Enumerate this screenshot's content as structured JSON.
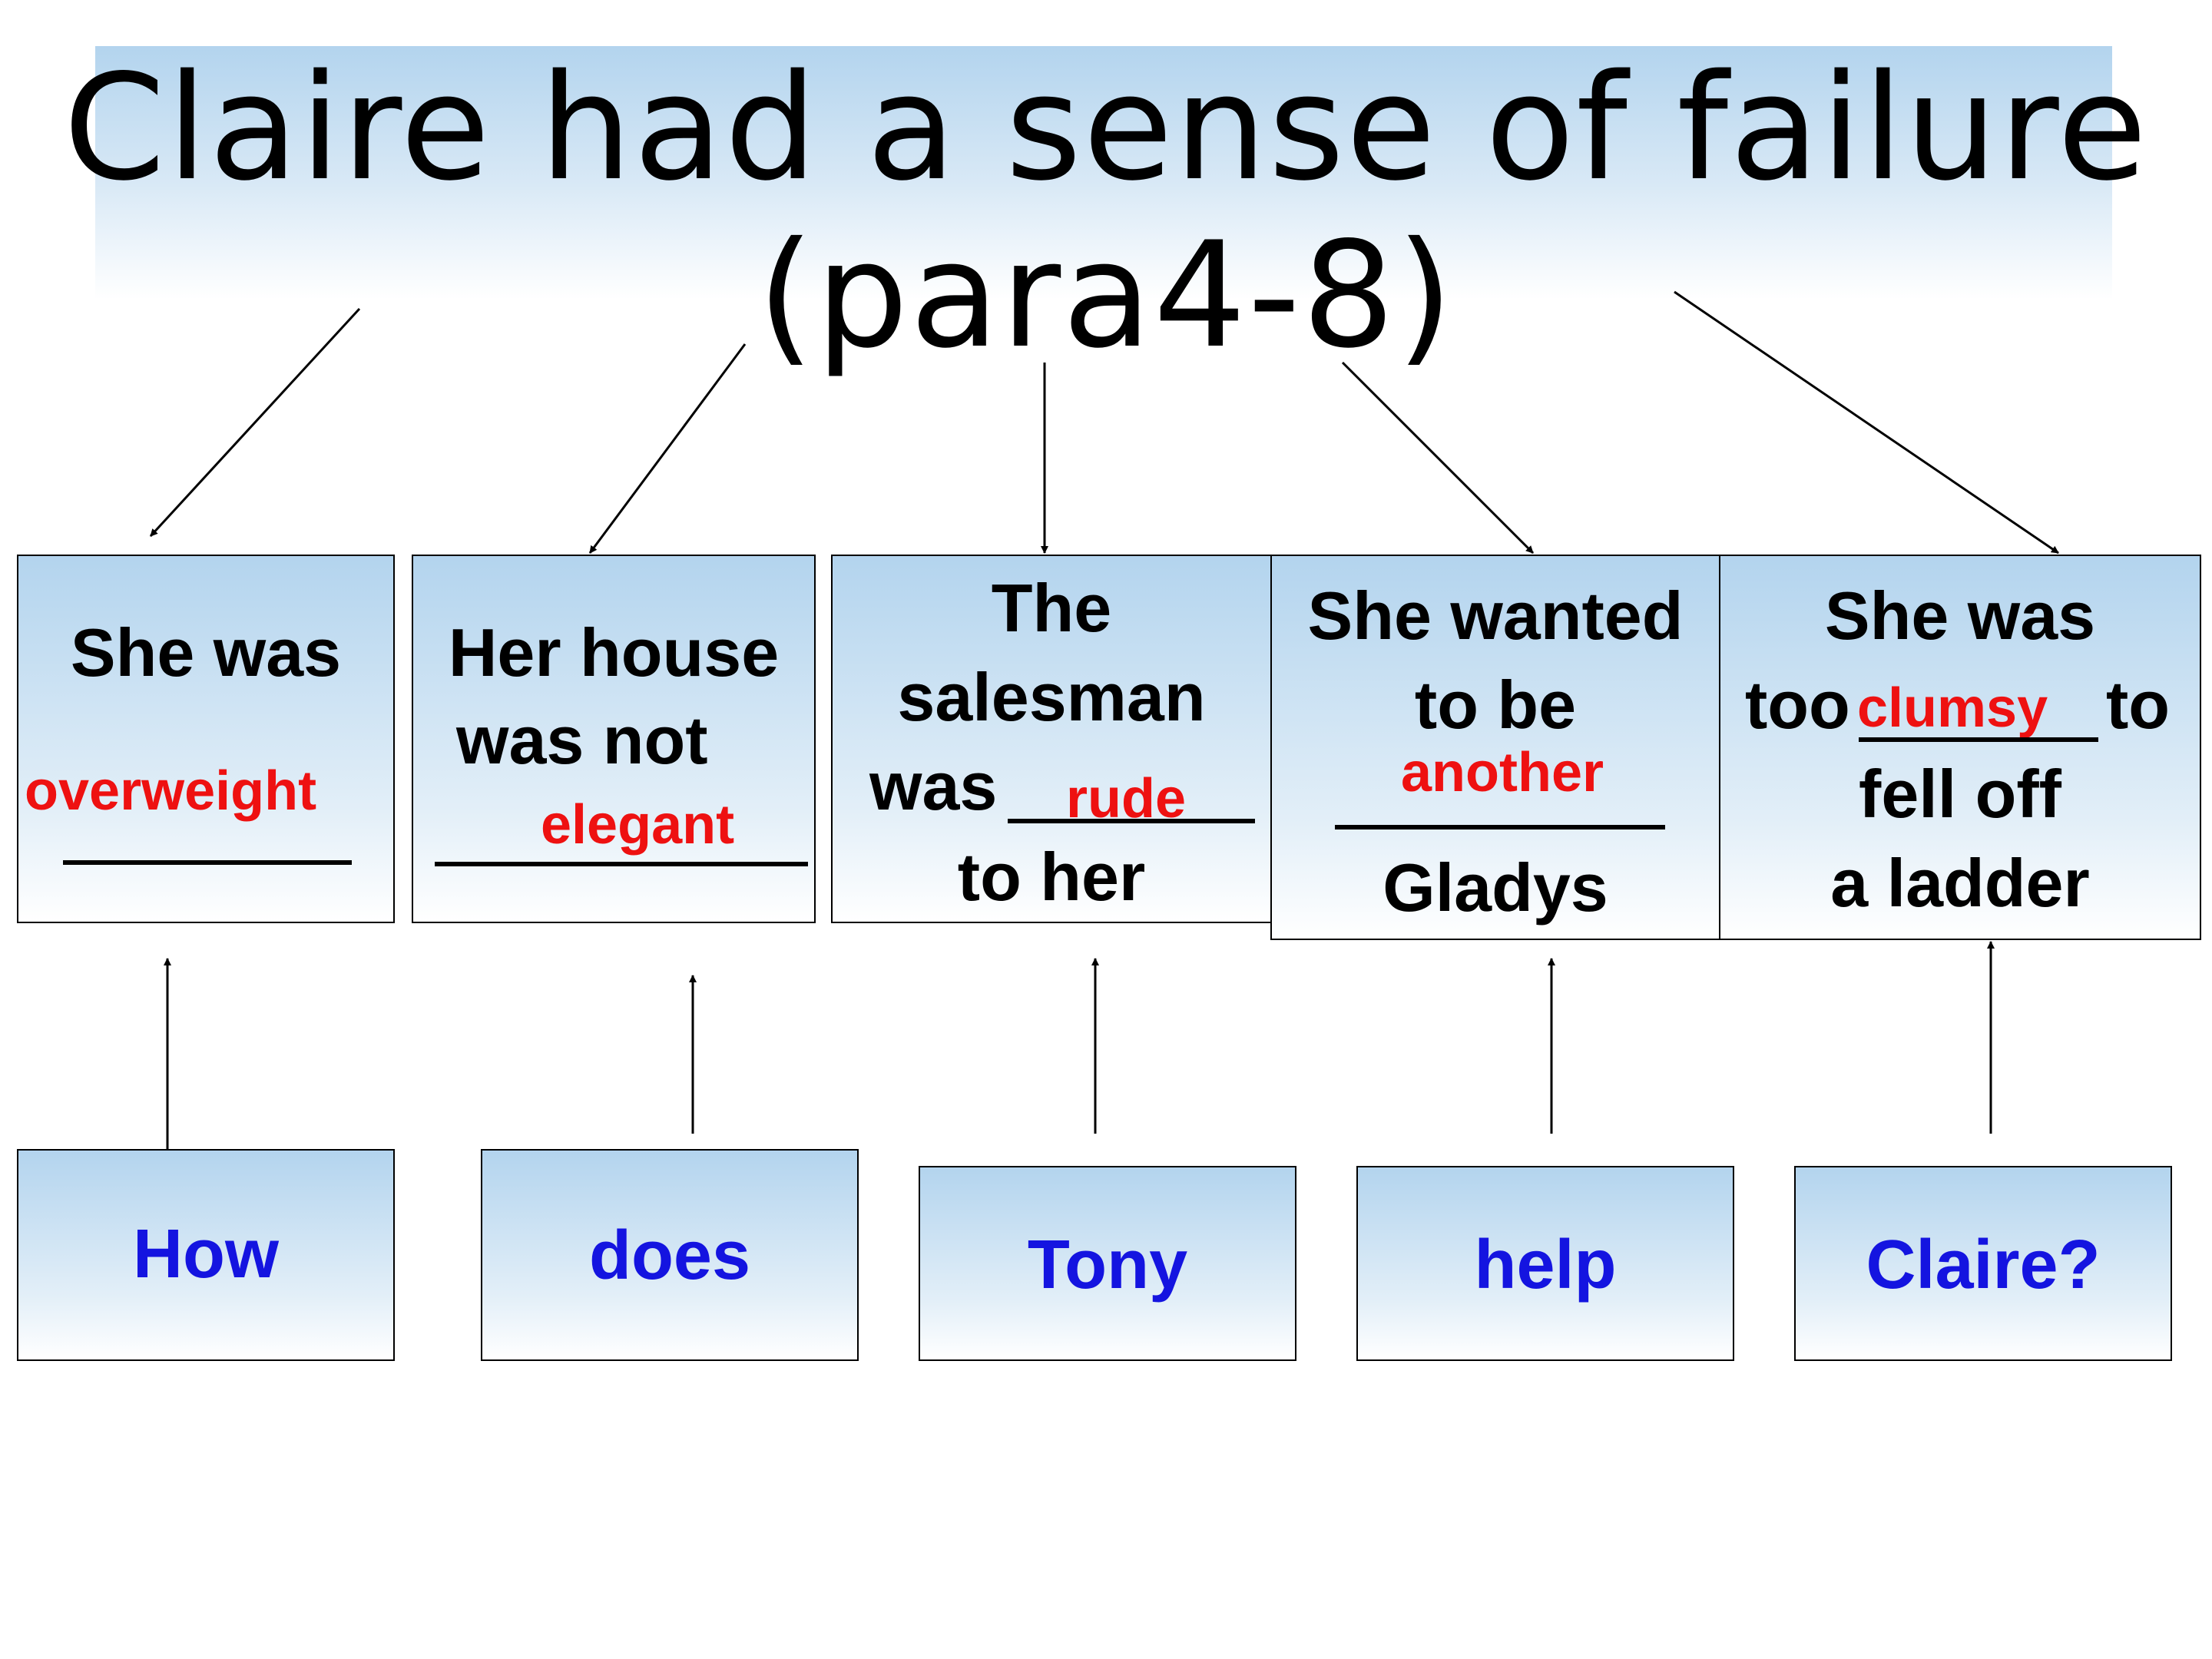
{
  "title": {
    "line1": "Claire had a sense of failure",
    "line2": "(para4-8)"
  },
  "statements": [
    {
      "line1": "She was",
      "answer": "overweight"
    },
    {
      "line1": "Her house",
      "line2": "was not",
      "answer": "elegant"
    },
    {
      "line1": "The",
      "line2": "salesman",
      "line3": "was",
      "answer": "rude",
      "line4": "to her"
    },
    {
      "line1": "She wanted",
      "line2": "to be",
      "answer": "another",
      "line3": "Gladys"
    },
    {
      "line1": "She was",
      "line2a": "too",
      "answer": "clumsy",
      "line2b": "to",
      "line3": "fell off",
      "line4": "a ladder"
    }
  ],
  "question_words": [
    "How",
    "does",
    "Tony",
    "help",
    "Claire?"
  ],
  "colors": {
    "answer": "#ee1111",
    "question": "#1414e0",
    "box_top": "#b3d4ee"
  }
}
